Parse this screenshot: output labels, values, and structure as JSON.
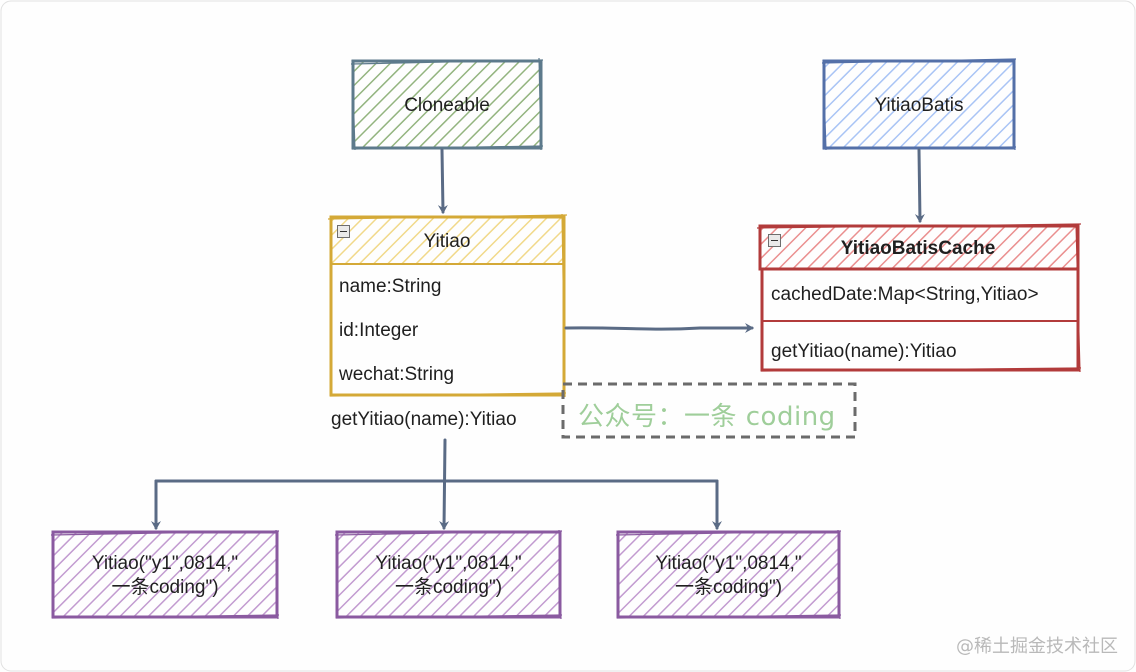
{
  "nodes": {
    "cloneable": {
      "label": "Cloneable",
      "fill": "#93b47f",
      "stroke": "#5d7a8c"
    },
    "yitiao_batis": {
      "label": "YitiaoBatis",
      "fill": "#a9c4f5",
      "stroke": "#5470a8"
    },
    "yitiao": {
      "title": "Yitiao",
      "fields": [
        "name:String",
        "id:Integer",
        "wechat:String"
      ],
      "method": "getYitiao(name):Yitiao",
      "fill": "#f1d98a",
      "stroke": "#d4a937"
    },
    "cache": {
      "title": "YitiaoBatisCache",
      "field": "cachedDate:Map<String,Yitiao>",
      "method": "getYitiao(name):Yitiao",
      "fill": "#ea8f8f",
      "stroke": "#b23b3b"
    },
    "instances": [
      {
        "line1": "Yitiao(\"y1\",0814,\"",
        "line2": "一条coding\")"
      },
      {
        "line1": "Yitiao(\"y1\",0814,\"",
        "line2": "一条coding\")"
      },
      {
        "line1": "Yitiao(\"y1\",0814,\"",
        "line2": "一条coding\")"
      }
    ],
    "instance_style": {
      "fill": "#c29bd0",
      "stroke": "#8a5aa0"
    }
  },
  "watermark": "公众号：一条 coding",
  "footer": "@稀土掘金技术社区",
  "colors": {
    "arrow": "#5a6b85",
    "dashed": "#6b6b6b"
  }
}
